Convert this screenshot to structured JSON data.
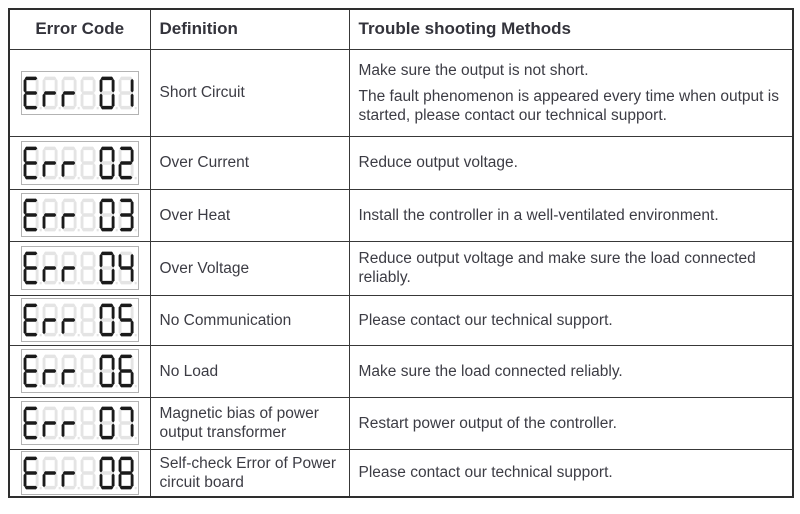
{
  "table": {
    "headers": [
      "Error Code",
      "Definition",
      "Trouble shooting Methods"
    ],
    "rows": [
      {
        "code": "Err01",
        "display": "Err 01",
        "definition": "Short Circuit",
        "methods": [
          "Make sure the output is not short.",
          "The fault phenomenon is appeared every time when output is started, please contact our technical support."
        ]
      },
      {
        "code": "Err02",
        "display": "Err 02",
        "definition": "Over Current",
        "methods": [
          "Reduce output voltage."
        ]
      },
      {
        "code": "Err03",
        "display": "Err 03",
        "definition": "Over Heat",
        "methods": [
          "Install the controller in a well-ventilated environment."
        ]
      },
      {
        "code": "Err04",
        "display": "Err 04",
        "definition": "Over Voltage",
        "methods": [
          "Reduce output voltage and make sure the load connected reliably."
        ]
      },
      {
        "code": "Err05",
        "display": "Err 05",
        "definition": "No Communication",
        "methods": [
          "Please contact our technical support."
        ]
      },
      {
        "code": "Err06",
        "display": "Err 06",
        "definition": "No Load",
        "methods": [
          "Make sure the load connected reliably."
        ]
      },
      {
        "code": "Err07",
        "display": "Err 07",
        "definition": "Magnetic bias of power output transformer",
        "methods": [
          "Restart power output of the controller."
        ]
      },
      {
        "code": "Err08",
        "display": "Err 08",
        "definition": "Self-check Error of Power circuit board",
        "methods": [
          "Please contact our technical support."
        ]
      }
    ],
    "colors": {
      "table_border": "#2e2e2e",
      "text": "#3c3c44",
      "segment_lit": "#1a1a1a",
      "segment_ghost": "#e4e4e4",
      "lcd_border": "#b3b3b3"
    }
  }
}
